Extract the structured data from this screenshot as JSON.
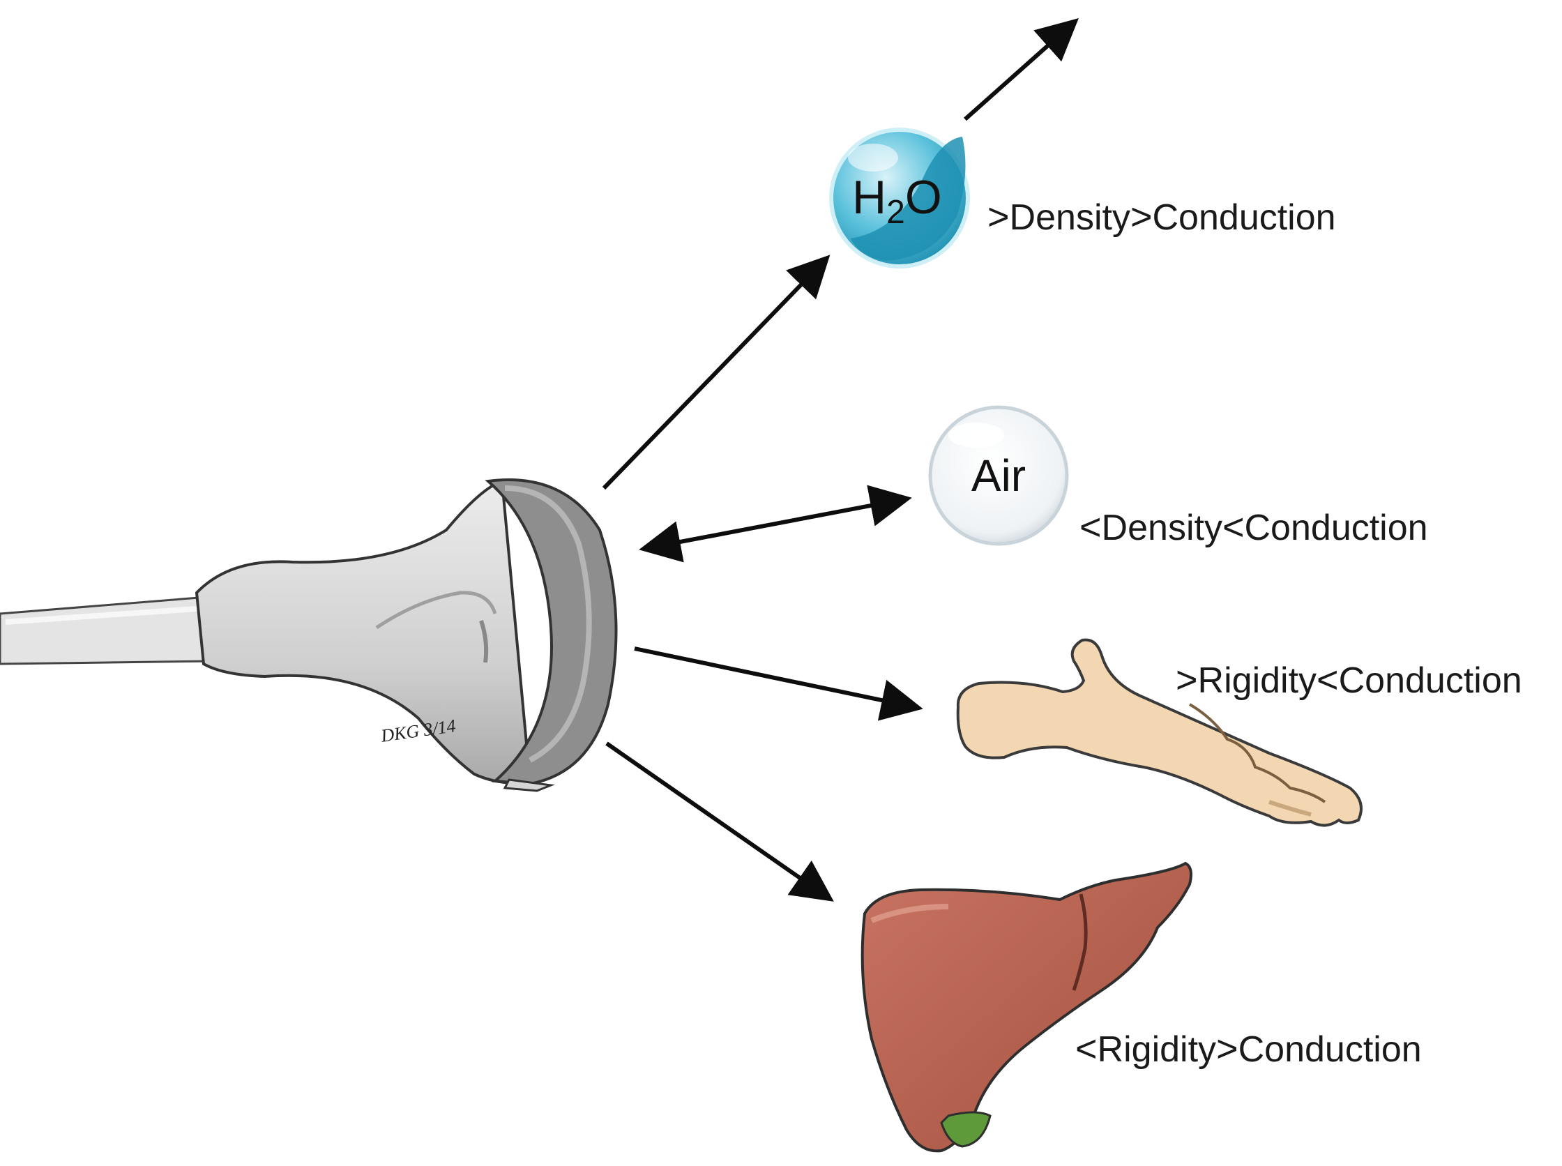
{
  "figure": {
    "water": {
      "formula": {
        "h": "H",
        "sub": "2",
        "o": "O"
      },
      "label": {
        "s1": ">",
        "w1": "Density",
        "s2": ">",
        "w2": "Conduction"
      }
    },
    "air": {
      "text": "Air",
      "label": {
        "s1": "<",
        "w1": "Density",
        "s2": "<",
        "w2": "Conduction"
      }
    },
    "bone": {
      "label": {
        "s1": ">",
        "w1": "Rigidity",
        "s2": "<",
        "w2": "Conduction"
      }
    },
    "liver": {
      "label": {
        "s1": "<",
        "w1": "Rigidity",
        "s2": ">",
        "w2": "Conduction"
      }
    },
    "artist_signature": "DKG 3/14"
  },
  "colors": {
    "arrow": "#0d0d0d",
    "water_fill": "#2aa9c9",
    "water_highlight": "#cfeff7",
    "air_fill": "#f3f6f8",
    "bone_fill": "#f2d7b2",
    "liver_fill": "#b8624f",
    "liver_dark": "#8d4334",
    "gallbladder": "#5e9a3a",
    "probe_body": "#d9d9d9",
    "probe_face": "#9a9a9a"
  }
}
